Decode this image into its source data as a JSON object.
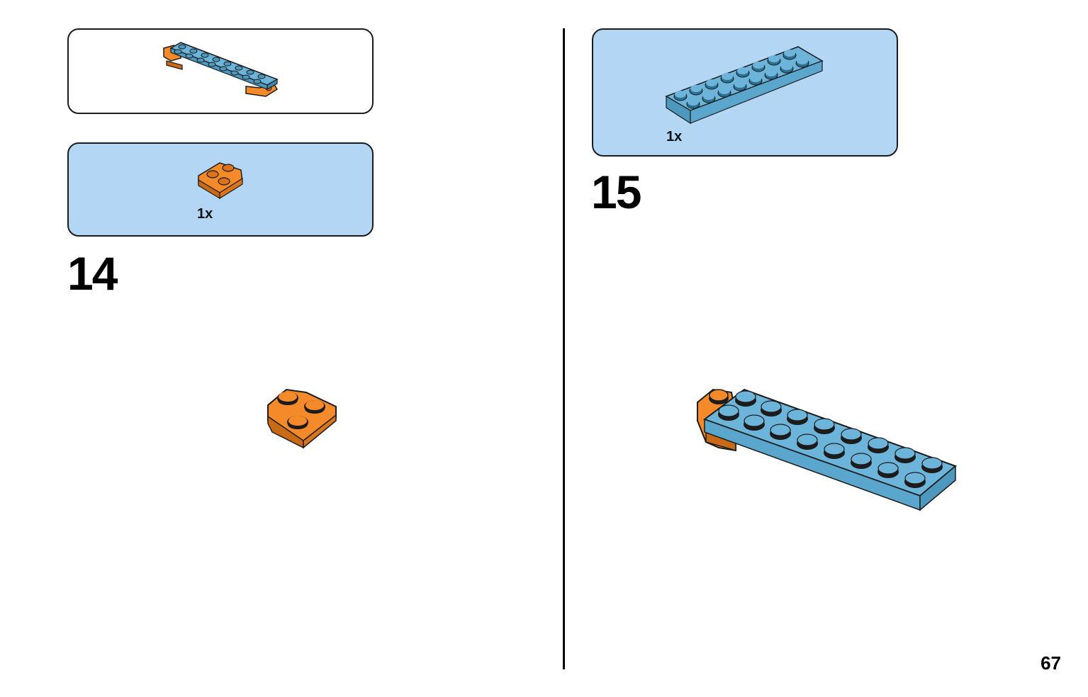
{
  "left_step": {
    "number": "14",
    "parts": {
      "quantity": "1x",
      "part": "orange-wedge-plate-icon"
    }
  },
  "right_step": {
    "number": "15",
    "parts": {
      "quantity": "1x",
      "part": "blue-2x8-plate-icon"
    }
  },
  "page_number": "67",
  "colors": {
    "parts_box_background": "#b3d6f4",
    "orange_brick": "#f48a2a",
    "blue_brick": "#6cb4d9",
    "outline": "#1c1c1c"
  }
}
